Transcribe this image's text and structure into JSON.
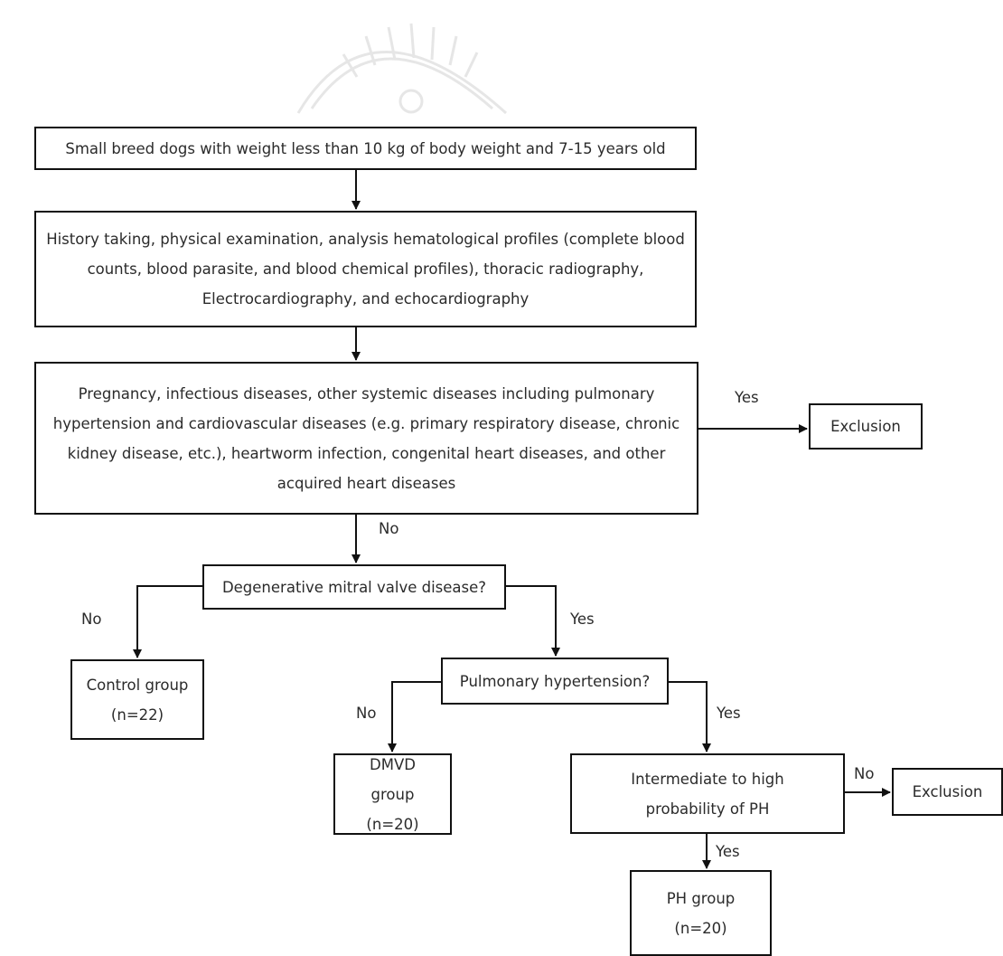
{
  "nodes": {
    "criteria": {
      "text": "Small breed dogs with weight less than 10 kg of body weight and 7-15 years old"
    },
    "workup": {
      "text": "History taking, physical examination, analysis hematological profiles (complete blood counts, blood parasite, and blood chemical profiles), thoracic radiography, Electrocardiography, and echocardiography"
    },
    "exclusion_check": {
      "text": "Pregnancy, infectious diseases, other systemic diseases including pulmonary hypertension and cardiovascular diseases (e.g. primary respiratory disease, chronic kidney disease, etc.), heartworm infection, congenital heart diseases, and other acquired heart diseases"
    },
    "exclusion_1": {
      "text": "Exclusion"
    },
    "dmvd_question": {
      "text": "Degenerative mitral valve disease?"
    },
    "control_group": {
      "line1": "Control group",
      "line2": "(n=22)"
    },
    "ph_question": {
      "text": "Pulmonary hypertension?"
    },
    "dmvd_group": {
      "line1": "DMVD group",
      "line2": "(n=20)"
    },
    "ph_probability": {
      "line1": "Intermediate to high",
      "line2": "probability of PH"
    },
    "exclusion_2": {
      "text": "Exclusion"
    },
    "ph_group": {
      "line1": "PH group",
      "line2": "(n=20)"
    }
  },
  "edge_labels": {
    "exclusion_yes": "Yes",
    "exclusion_no": "No",
    "dmvd_no": "No",
    "dmvd_yes": "Yes",
    "ph_no": "No",
    "ph_yes": "Yes",
    "prob_no": "No",
    "prob_yes": "Yes"
  }
}
